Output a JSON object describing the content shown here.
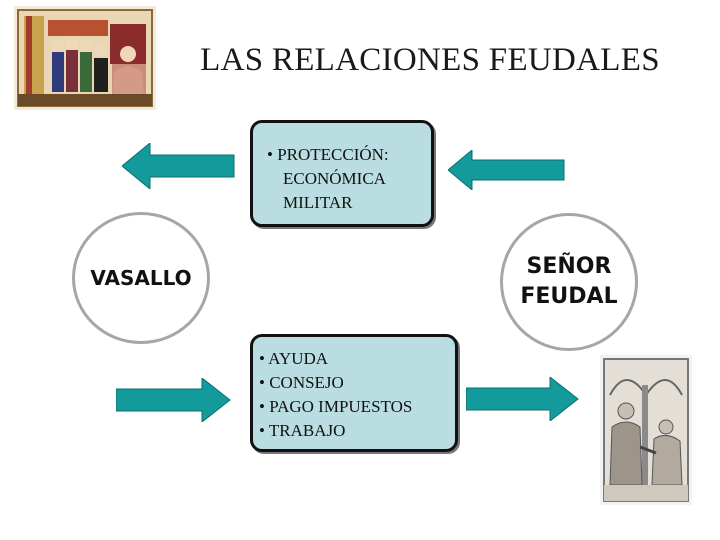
{
  "title": "LAS RELACIONES FEUDALES",
  "protection_box": {
    "line1": "• PROTECCIÓN:",
    "line2": "ECONÓMICA",
    "line3": "MILITAR"
  },
  "obligations_box": {
    "items": [
      "• AYUDA",
      "• CONSEJO",
      "• PAGO IMPUESTOS",
      "• TRABAJO"
    ]
  },
  "vassal_label": "VASALLO",
  "lord_label_line1": "SEÑOR",
  "lord_label_line2": "FEUDAL",
  "colors": {
    "arrow": "#139a9a",
    "box_fill": "#b9dde0",
    "circle_border": "#a6a6a6"
  }
}
